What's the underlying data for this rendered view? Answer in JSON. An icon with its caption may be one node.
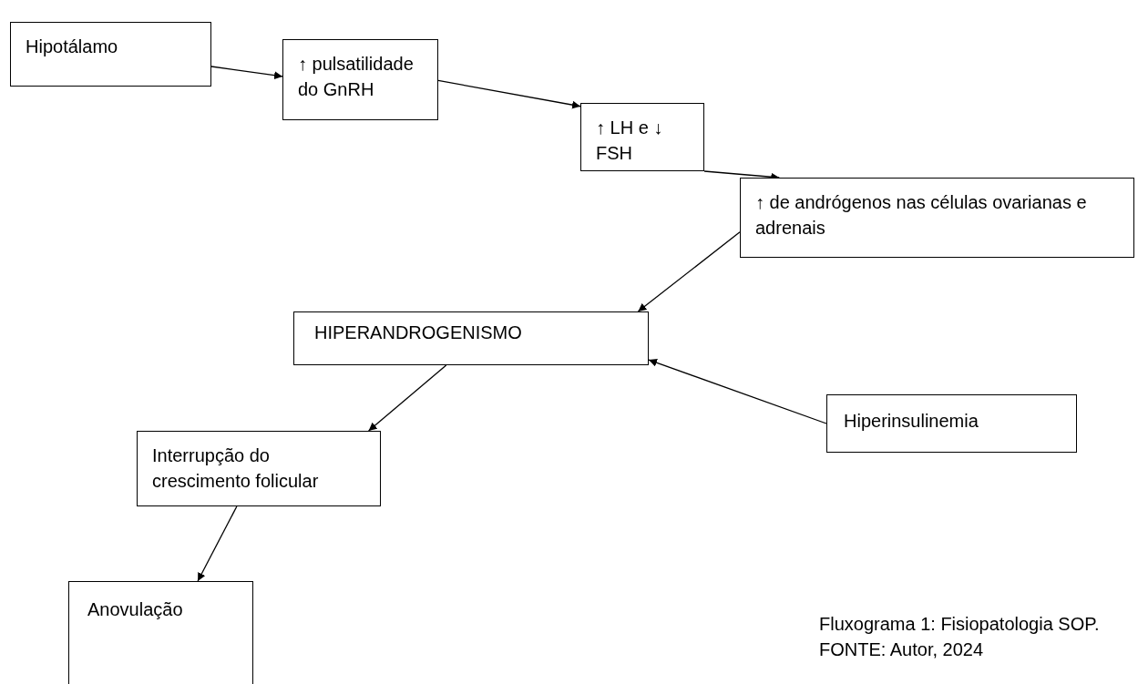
{
  "diagram": {
    "caption": "Fluxograma 1: Fisiopatologia SOP.",
    "nodes": [
      {
        "text": [
          "Hipotálamo"
        ]
      },
      {
        "text": [
          "↑ pulsatilidade do GnRH"
        ]
      },
      {
        "text": [
          "↑ LH e ↓ FSH"
        ]
      },
      {
        "text": [
          "↑ de andrógenos nas células ovarianas e adrenais"
        ]
      },
      {
        "text": [
          "HIPERANDROGENISMO"
        ]
      },
      {
        "text": [
          "Hiperinsulinemia"
        ]
      },
      {
        "text": [
          "Interrupção do crescimento folicular"
        ]
      },
      {
        "text": [
          "Anovulação"
        ]
      }
    ],
    "edges": [
      {
        "from": 0,
        "to": 1,
        "arrow": "to"
      },
      {
        "from": 1,
        "to": 2,
        "arrow": "to"
      },
      {
        "from": 2,
        "to": 3,
        "arrow": "to"
      },
      {
        "from": 3,
        "to": 4,
        "arrow": "to"
      },
      {
        "from": 5,
        "to": 4,
        "arrow": "to"
      },
      {
        "from": 4,
        "to": 6,
        "arrow": "to"
      },
      {
        "from": 6,
        "to": 7,
        "arrow": "to"
      }
    ],
    "labels": [
      "FONTE: Autor, 2024"
    ]
  }
}
